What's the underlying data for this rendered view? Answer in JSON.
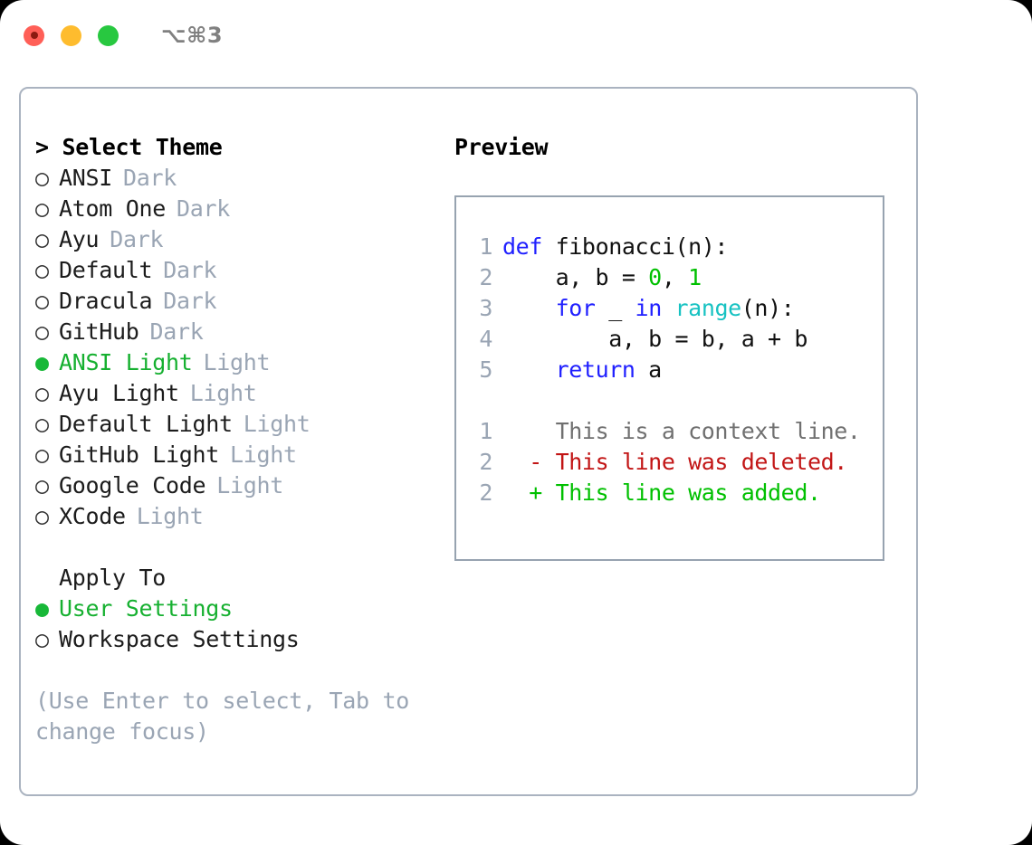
{
  "titlebar": {
    "shortcut": "⌥⌘3",
    "lights": [
      {
        "name": "close",
        "color": "#ff5f57"
      },
      {
        "name": "minimize",
        "color": "#febc2e"
      },
      {
        "name": "maximize",
        "color": "#28c840"
      }
    ]
  },
  "theme_section": {
    "heading": "> Select Theme",
    "items": [
      {
        "bullet": "○",
        "label": "ANSI",
        "kind": "Dark",
        "selected": false
      },
      {
        "bullet": "○",
        "label": "Atom One",
        "kind": "Dark",
        "selected": false
      },
      {
        "bullet": "○",
        "label": "Ayu",
        "kind": "Dark",
        "selected": false
      },
      {
        "bullet": "○",
        "label": "Default",
        "kind": "Dark",
        "selected": false
      },
      {
        "bullet": "○",
        "label": "Dracula",
        "kind": "Dark",
        "selected": false
      },
      {
        "bullet": "○",
        "label": "GitHub",
        "kind": "Dark",
        "selected": false
      },
      {
        "bullet": "●",
        "label": "ANSI Light",
        "kind": "Light",
        "selected": true
      },
      {
        "bullet": "○",
        "label": "Ayu Light",
        "kind": "Light",
        "selected": false
      },
      {
        "bullet": "○",
        "label": "Default Light",
        "kind": "Light",
        "selected": false
      },
      {
        "bullet": "○",
        "label": "GitHub Light",
        "kind": "Light",
        "selected": false
      },
      {
        "bullet": "○",
        "label": "Google Code",
        "kind": "Light",
        "selected": false
      },
      {
        "bullet": "○",
        "label": "XCode",
        "kind": "Light",
        "selected": false
      }
    ]
  },
  "apply_section": {
    "heading": "Apply To",
    "items": [
      {
        "bullet": "●",
        "label": "User Settings",
        "selected": true
      },
      {
        "bullet": "○",
        "label": "Workspace Settings",
        "selected": false
      }
    ]
  },
  "hint": "(Use Enter to select, Tab to change focus)",
  "preview": {
    "title": "Preview",
    "code_lines": [
      {
        "no": "1",
        "tokens": [
          {
            "t": "def ",
            "c": "kw"
          },
          {
            "t": "fibonacci(n):",
            "c": "txt"
          }
        ]
      },
      {
        "no": "2",
        "tokens": [
          {
            "t": "    a, b = ",
            "c": "txt"
          },
          {
            "t": "0",
            "c": "num"
          },
          {
            "t": ", ",
            "c": "txt"
          },
          {
            "t": "1",
            "c": "num"
          }
        ]
      },
      {
        "no": "3",
        "tokens": [
          {
            "t": "    ",
            "c": "txt"
          },
          {
            "t": "for",
            "c": "kw"
          },
          {
            "t": " _ ",
            "c": "txt"
          },
          {
            "t": "in",
            "c": "kw"
          },
          {
            "t": " ",
            "c": "txt"
          },
          {
            "t": "range",
            "c": "fn"
          },
          {
            "t": "(n):",
            "c": "txt"
          }
        ]
      },
      {
        "no": "4",
        "tokens": [
          {
            "t": "        a, b = b, a + b",
            "c": "txt"
          }
        ]
      },
      {
        "no": "5",
        "tokens": [
          {
            "t": "    ",
            "c": "txt"
          },
          {
            "t": "return",
            "c": "kw"
          },
          {
            "t": " a",
            "c": "txt"
          }
        ]
      }
    ],
    "diff_lines": [
      {
        "no": "1",
        "marker": "  ",
        "text": "This is a context line.",
        "c": "ctx"
      },
      {
        "no": "2",
        "marker": "- ",
        "text": "This line was deleted.",
        "c": "del"
      },
      {
        "no": "2",
        "marker": "+ ",
        "text": "This line was added.",
        "c": "add"
      }
    ]
  }
}
